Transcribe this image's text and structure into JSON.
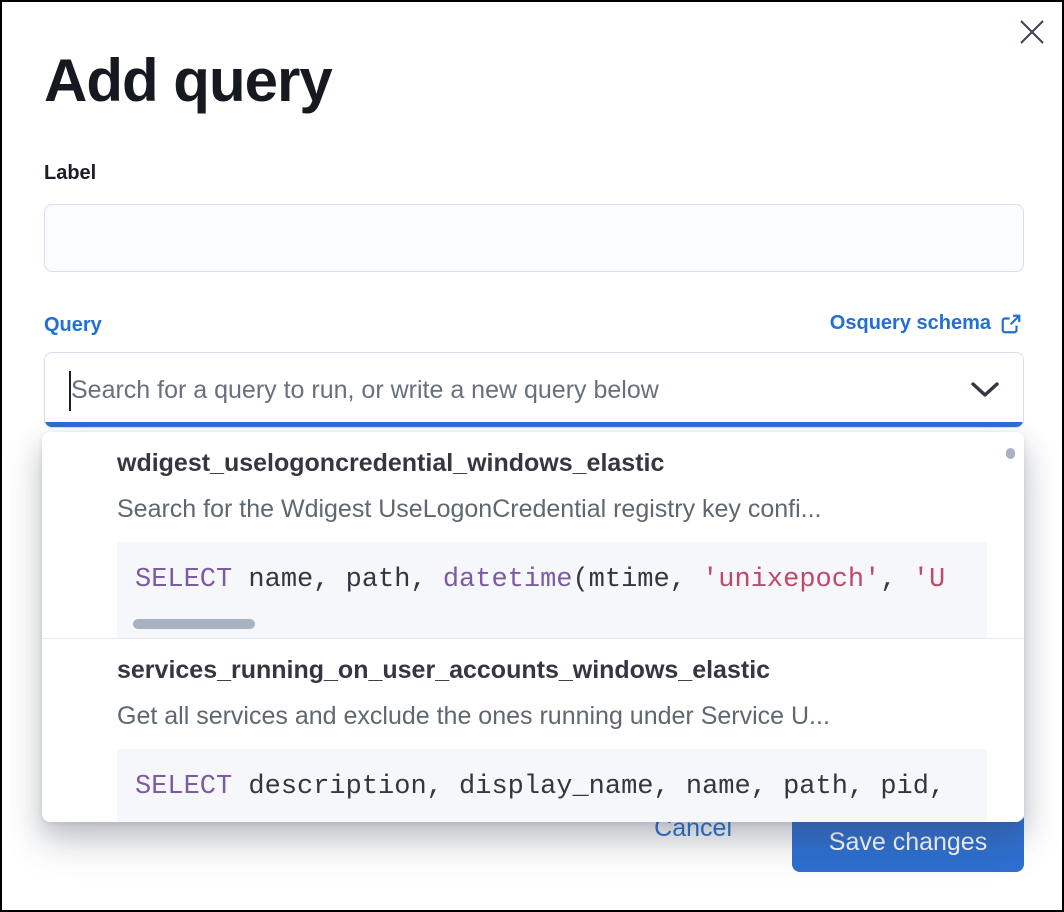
{
  "modal": {
    "title": "Add query",
    "close_icon": "close-x-icon"
  },
  "label_field": {
    "label": "Label",
    "value": "",
    "placeholder": ""
  },
  "query_field": {
    "label": "Query",
    "schema_link_label": "Osquery schema",
    "schema_link_icon": "external-link-icon",
    "search_placeholder": "Search for a query to run, or write a new query below",
    "search_value": "",
    "chevron_icon": "chevron-down-icon"
  },
  "dropdown": {
    "options": [
      {
        "title": "wdigest_uselogoncredential_windows_elastic",
        "description": "Search for the Wdigest UseLogonCredential registry key confi...",
        "code_tokens": [
          {
            "t": "SELECT",
            "c": "keyword"
          },
          {
            "t": " name, path, ",
            "c": "plain"
          },
          {
            "t": "datetime",
            "c": "keyword"
          },
          {
            "t": "(mtime, ",
            "c": "plain"
          },
          {
            "t": "'unixepoch'",
            "c": "string"
          },
          {
            "t": ", ",
            "c": "plain"
          },
          {
            "t": "'U",
            "c": "string"
          }
        ],
        "h_scrollbar": true
      },
      {
        "title": "services_running_on_user_accounts_windows_elastic",
        "description": "Get all services and exclude the ones running under Service U...",
        "code_tokens": [
          {
            "t": "SELECT",
            "c": "keyword"
          },
          {
            "t": " description, display_name, name, path, pid,",
            "c": "plain"
          }
        ],
        "h_scrollbar": false
      }
    ]
  },
  "footer": {
    "cancel_label": "Cancel",
    "save_label": "Save changes"
  },
  "colors": {
    "accent_link": "#2270d3",
    "button_primary": "#2e6fd0",
    "focus_underline": "#2e6fd0",
    "code": {
      "keyword": "#7d5aa5",
      "string": "#bf4967",
      "plain": "#343741"
    }
  }
}
